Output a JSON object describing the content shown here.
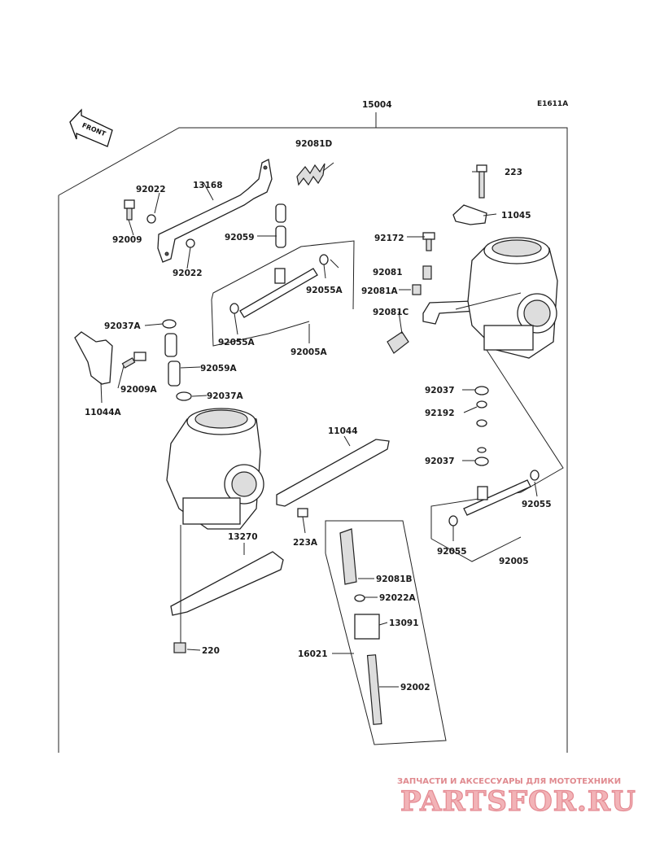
{
  "diagram": {
    "code": "E1611A",
    "front_label": "FRONT",
    "parts": {
      "p15004": "15004",
      "p92081D": "92081D",
      "p92022_top": "92022",
      "p13168": "13168",
      "p223": "223",
      "p92009": "92009",
      "p92059": "92059",
      "p92172": "92172",
      "p11045": "11045",
      "p92022_mid": "92022",
      "p92081": "92081",
      "p92055A_r": "92055A",
      "p92081A": "92081A",
      "p92037A_top": "92037A",
      "p92081C": "92081C",
      "p92055A_l": "92055A",
      "p92005A": "92005A",
      "p92009A": "92009A",
      "p92059A": "92059A",
      "p11044A": "11044A",
      "p92037A_mid": "92037A",
      "p92037_top": "92037",
      "p92192": "92192",
      "p11044": "11044",
      "p92037_low": "92037",
      "p92055_r": "92055",
      "p223A": "223A",
      "p13270": "13270",
      "p92055_l": "92055",
      "p92005": "92005",
      "p92081B": "92081B",
      "p92022A": "92022A",
      "p13091": "13091",
      "p220": "220",
      "p16021": "16021",
      "p92002": "92002"
    }
  },
  "watermark": {
    "tagline": "ЗАПЧАСТИ И АКСЕССУАРЫ ДЛЯ МОТОТЕХНИКИ",
    "brand": "PARTSFOR.RU"
  }
}
